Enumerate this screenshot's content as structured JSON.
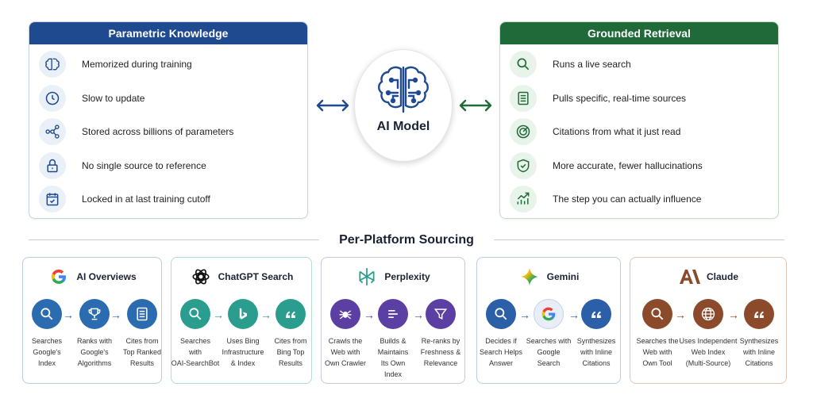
{
  "parametric": {
    "title": "Parametric Knowledge",
    "items": [
      {
        "icon": "brain-outline-icon",
        "text": "Memorized during training"
      },
      {
        "icon": "clock-icon",
        "text": "Slow to update"
      },
      {
        "icon": "network-nodes-icon",
        "text": "Stored across billions of parameters"
      },
      {
        "icon": "lock-icon",
        "text": "No single source to reference"
      },
      {
        "icon": "calendar-check-icon",
        "text": "Locked in at last training cutoff"
      }
    ]
  },
  "grounded": {
    "title": "Grounded Retrieval",
    "items": [
      {
        "icon": "search-icon",
        "text": "Runs a live search"
      },
      {
        "icon": "document-icon",
        "text": "Pulls specific, real-time sources"
      },
      {
        "icon": "target-icon",
        "text": "Citations from what it just read"
      },
      {
        "icon": "shield-check-icon",
        "text": "More accurate, fewer hallucinations"
      },
      {
        "icon": "trend-up-icon",
        "text": "The step you can actually influence"
      }
    ]
  },
  "model": {
    "label": "AI Model"
  },
  "section": {
    "title": "Per-Platform Sourcing"
  },
  "colors": {
    "parametric": "#1f4a8f",
    "grounded": "#1f6a38",
    "google": "#2b6cb0",
    "chatgpt": "#2a9d8f",
    "perplexity": "#5b3fa3",
    "gemini": "#2b5fa8",
    "claude": "#8b4a2a"
  },
  "platforms": [
    {
      "name": "AI Overviews",
      "logo": "google-g-icon",
      "steps": [
        {
          "icon": "search-icon",
          "text": "Searches\nGoogle's\nIndex"
        },
        {
          "icon": "trophy-icon",
          "text": "Ranks with\nGoogle's\nAlgorithms"
        },
        {
          "icon": "document-icon",
          "text": "Cites from\nTop Ranked\nResults"
        }
      ]
    },
    {
      "name": "ChatGPT Search",
      "logo": "openai-icon",
      "steps": [
        {
          "icon": "search-icon",
          "text": "Searches\nwith\nOAI-SearchBot"
        },
        {
          "icon": "bing-icon",
          "text": "Uses Bing\nInfrastructure\n& Index"
        },
        {
          "icon": "quote-icon",
          "text": "Cites from\nBing Top\nResults"
        }
      ]
    },
    {
      "name": "Perplexity",
      "logo": "perplexity-icon",
      "steps": [
        {
          "icon": "spider-icon",
          "text": "Crawls the\nWeb with\nOwn Crawler"
        },
        {
          "icon": "list-icon",
          "text": "Builds & Maintains\nIts Own\nIndex"
        },
        {
          "icon": "funnel-icon",
          "text": "Re-ranks by\nFreshness &\nRelevance"
        }
      ]
    },
    {
      "name": "Gemini",
      "logo": "gemini-star-icon",
      "steps": [
        {
          "icon": "search-icon",
          "text": "Decides if\nSearch Helps\nAnswer"
        },
        {
          "icon": "google-g-icon",
          "text": "Searches with\nGoogle\nSearch"
        },
        {
          "icon": "quote-icon",
          "text": "Synthesizes\nwith Inline\nCitations"
        }
      ]
    },
    {
      "name": "Claude",
      "logo": "anthropic-icon",
      "steps": [
        {
          "icon": "search-icon",
          "text": "Searches the\nWeb with\nOwn Tool"
        },
        {
          "icon": "globe-icon",
          "text": "Uses Independent\nWeb Index\n(Multi-Source)"
        },
        {
          "icon": "quote-icon",
          "text": "Synthesizes\nwith Inline\nCitations"
        }
      ]
    }
  ]
}
